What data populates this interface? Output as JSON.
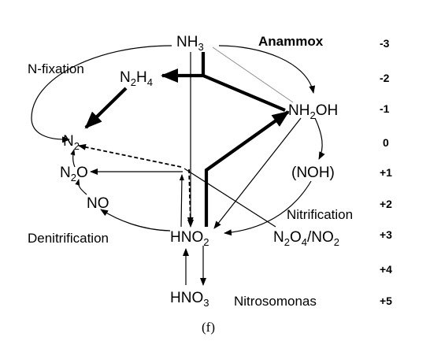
{
  "species": {
    "nh3": {
      "main": "NH",
      "sub": "3",
      "tail": ""
    },
    "n2h4": {
      "main": "N",
      "sub": "2",
      "mid": "H",
      "sub2": "4"
    },
    "nh2oh": {
      "main": "NH",
      "sub": "2",
      "tail": "OH"
    },
    "n2": {
      "main": "N",
      "sub": "2"
    },
    "n2o": {
      "main": "N",
      "sub": "2",
      "tail": "O"
    },
    "nohyd": {
      "text": "(NOH)"
    },
    "no": {
      "text": "NO"
    },
    "hno2": {
      "main": "HNO",
      "sub": "2"
    },
    "n2o4": {
      "a": "N",
      "a_sub": "2",
      "b": "O",
      "b_sub": "4",
      "c": "/NO",
      "c_sub": "2"
    },
    "hno3": {
      "main": "HNO",
      "sub": "3"
    }
  },
  "processes": {
    "anammox": "Anammox",
    "n_fixation": "N-fixation",
    "nitrification": "Nitrification",
    "denitrification": "Denitrification",
    "nitrosomonas": "Nitrosomonas"
  },
  "oxidation_states": [
    "-3",
    "-2",
    "-1",
    "0",
    "+1",
    "+2",
    "+3",
    "+4",
    "+5"
  ],
  "caption": "(f)"
}
